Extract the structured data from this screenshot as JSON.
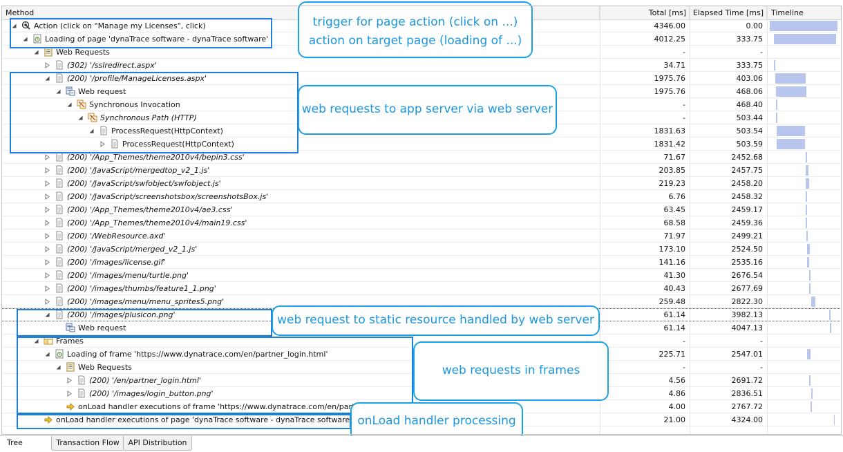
{
  "columns": {
    "method": "Method",
    "total": "Total [ms]",
    "elapsed": "Elapsed Time [ms]",
    "timeline": "Timeline"
  },
  "rows": [
    {
      "label": "Action (click on \"Manage my Licenses\", click)",
      "total": "4346.00",
      "elapsed": "0.00",
      "italic": false,
      "icon": "action-icon",
      "depth": 0,
      "expander": "expanded",
      "bar": [
        0.02,
        0.94
      ]
    },
    {
      "label": "Loading of page 'dynaTrace software - dynaTrace software'",
      "total": "4012.25",
      "elapsed": "333.75",
      "italic": false,
      "icon": "page-load-icon",
      "depth": 1,
      "expander": "expanded",
      "bar": [
        0.08,
        0.86
      ]
    },
    {
      "label": "Web Requests",
      "total": "-",
      "elapsed": "-",
      "italic": false,
      "icon": "folder-icon",
      "depth": 2,
      "expander": "expanded",
      "bar": null
    },
    {
      "label": "(302) '/sslredirect.aspx'",
      "total": "34.71",
      "elapsed": "333.75",
      "italic": true,
      "icon": "document-icon",
      "depth": 3,
      "expander": "collapsed",
      "bar": [
        0.08,
        0.01
      ]
    },
    {
      "label": "(200) '/profile/ManageLicenses.aspx'",
      "total": "1975.76",
      "elapsed": "403.06",
      "italic": true,
      "icon": "document-icon",
      "depth": 3,
      "expander": "expanded",
      "bar": [
        0.1,
        0.42
      ]
    },
    {
      "label": "Web request",
      "total": "1975.76",
      "elapsed": "468.06",
      "italic": false,
      "icon": "web-request-icon",
      "depth": 4,
      "expander": "expanded",
      "bar": [
        0.11,
        0.42
      ]
    },
    {
      "label": "Synchronous Invocation",
      "total": "-",
      "elapsed": "468.40",
      "italic": false,
      "icon": "invocation-icon",
      "depth": 5,
      "expander": "expanded",
      "bar": [
        0.11,
        0.01
      ]
    },
    {
      "label": "Synchronous Path (HTTP)",
      "total": "-",
      "elapsed": "503.44",
      "italic": true,
      "icon": "invocation-icon",
      "depth": 6,
      "expander": "expanded",
      "bar": [
        0.11,
        0.01
      ]
    },
    {
      "label": "ProcessRequest(HttpContext)",
      "total": "1831.63",
      "elapsed": "503.54",
      "italic": false,
      "icon": "document-icon",
      "depth": 7,
      "expander": "expanded",
      "bar": [
        0.12,
        0.39
      ]
    },
    {
      "label": "ProcessRequest(HttpContext)",
      "total": "1831.42",
      "elapsed": "503.59",
      "italic": false,
      "icon": "document-icon",
      "depth": 8,
      "expander": "collapsed",
      "bar": [
        0.12,
        0.39
      ]
    },
    {
      "label": "(200) '/App_Themes/theme2010v4/bepin3.css'",
      "total": "71.67",
      "elapsed": "2452.68",
      "italic": true,
      "icon": "document-icon",
      "depth": 3,
      "expander": "collapsed",
      "bar": [
        0.52,
        0.02
      ]
    },
    {
      "label": "(200) '/JavaScript/mergedtop_v2_1.js'",
      "total": "203.85",
      "elapsed": "2457.75",
      "italic": true,
      "icon": "document-icon",
      "depth": 3,
      "expander": "collapsed",
      "bar": [
        0.52,
        0.04
      ]
    },
    {
      "label": "(200) '/JavaScript/swfobject/swfobject.js'",
      "total": "219.23",
      "elapsed": "2458.20",
      "italic": true,
      "icon": "document-icon",
      "depth": 3,
      "expander": "collapsed",
      "bar": [
        0.52,
        0.05
      ]
    },
    {
      "label": "(200) '/JavaScript/screenshotsbox/screenshotsBox.js'",
      "total": "6.76",
      "elapsed": "2458.32",
      "italic": true,
      "icon": "document-icon",
      "depth": 3,
      "expander": "collapsed",
      "bar": [
        0.52,
        0.01
      ]
    },
    {
      "label": "(200) '/App_Themes/theme2010v4/ae3.css'",
      "total": "63.45",
      "elapsed": "2459.17",
      "italic": true,
      "icon": "document-icon",
      "depth": 3,
      "expander": "collapsed",
      "bar": [
        0.52,
        0.02
      ]
    },
    {
      "label": "(200) '/App_Themes/theme2010v4/main19.css'",
      "total": "68.58",
      "elapsed": "2459.36",
      "italic": true,
      "icon": "document-icon",
      "depth": 3,
      "expander": "collapsed",
      "bar": [
        0.52,
        0.02
      ]
    },
    {
      "label": "(200) '/WebResource.axd'",
      "total": "71.97",
      "elapsed": "2499.21",
      "italic": true,
      "icon": "document-icon",
      "depth": 3,
      "expander": "collapsed",
      "bar": [
        0.53,
        0.02
      ]
    },
    {
      "label": "(200) '/JavaScript/merged_v2_1.js'",
      "total": "173.10",
      "elapsed": "2524.50",
      "italic": true,
      "icon": "document-icon",
      "depth": 3,
      "expander": "collapsed",
      "bar": [
        0.54,
        0.04
      ]
    },
    {
      "label": "(200) '/images/license.gif'",
      "total": "141.16",
      "elapsed": "2535.16",
      "italic": true,
      "icon": "document-icon",
      "depth": 3,
      "expander": "collapsed",
      "bar": [
        0.54,
        0.03
      ]
    },
    {
      "label": "(200) '/images/menu/turtle.png'",
      "total": "41.30",
      "elapsed": "2676.54",
      "italic": true,
      "icon": "document-icon",
      "depth": 3,
      "expander": "collapsed",
      "bar": [
        0.57,
        0.01
      ]
    },
    {
      "label": "(200) '/images/thumbs/feature1_1.png'",
      "total": "40.43",
      "elapsed": "2677.69",
      "italic": true,
      "icon": "document-icon",
      "depth": 3,
      "expander": "collapsed",
      "bar": [
        0.57,
        0.01
      ]
    },
    {
      "label": "(200) '/images/menu/menu_sprites5.png'",
      "total": "259.48",
      "elapsed": "2822.30",
      "italic": true,
      "icon": "document-icon",
      "depth": 3,
      "expander": "collapsed",
      "bar": [
        0.6,
        0.05
      ]
    },
    {
      "label": "(200) '/images/plusicon.png'",
      "total": "61.14",
      "elapsed": "3982.13",
      "italic": true,
      "icon": "document-icon",
      "depth": 3,
      "expander": "expanded",
      "bar": [
        0.85,
        0.01
      ],
      "selected": true
    },
    {
      "label": "Web request",
      "total": "61.14",
      "elapsed": "4047.13",
      "italic": false,
      "icon": "web-request-icon",
      "depth": 4,
      "expander": "none",
      "bar": [
        0.86,
        0.01
      ]
    },
    {
      "label": "Frames",
      "total": "-",
      "elapsed": "-",
      "italic": false,
      "icon": "frames-icon",
      "depth": 2,
      "expander": "expanded",
      "bar": null
    },
    {
      "label": "Loading of frame 'https://www.dynatrace.com/en/partner_login.html'",
      "total": "225.71",
      "elapsed": "2547.01",
      "italic": false,
      "icon": "page-load-icon",
      "depth": 3,
      "expander": "expanded",
      "bar": [
        0.54,
        0.05
      ]
    },
    {
      "label": "Web Requests",
      "total": "-",
      "elapsed": "-",
      "italic": false,
      "icon": "folder-icon",
      "depth": 4,
      "expander": "expanded",
      "bar": null
    },
    {
      "label": "(200) '/en/partner_login.html'",
      "total": "4.56",
      "elapsed": "2691.72",
      "italic": true,
      "icon": "document-icon",
      "depth": 5,
      "expander": "collapsed",
      "bar": [
        0.57,
        0.01
      ]
    },
    {
      "label": "(200) '/images/login_button.png'",
      "total": "4.86",
      "elapsed": "2836.51",
      "italic": true,
      "icon": "document-icon",
      "depth": 5,
      "expander": "collapsed",
      "bar": [
        0.6,
        0.01
      ]
    },
    {
      "label": "onLoad handler executions of frame 'https://www.dynatrace.com/en/partner_login.html'",
      "total": "4.00",
      "elapsed": "2767.72",
      "italic": false,
      "icon": "handler-icon",
      "depth": 4,
      "expander": "none",
      "bar": [
        0.59,
        0.01
      ]
    },
    {
      "label": "onLoad handler executions of page 'dynaTrace software - dynaTrace software'",
      "total": "21.00",
      "elapsed": "4324.00",
      "italic": false,
      "icon": "handler-icon",
      "depth": 2,
      "expander": "none",
      "bar": [
        0.91,
        0.01
      ]
    }
  ],
  "annotations": [
    {
      "name": "annotation-trigger",
      "line1": "trigger for page action (click on ...)",
      "line2": "action on target page (loading of ...)"
    },
    {
      "name": "annotation-app-server",
      "line1": "web requests to app server via web server"
    },
    {
      "name": "annotation-static",
      "line1": "web request to static resource handled by web server"
    },
    {
      "name": "annotation-frames",
      "line1": "web requests in frames"
    },
    {
      "name": "annotation-onload",
      "line1": "onLoad handler processing"
    }
  ],
  "tabs": [
    {
      "label": "Tree",
      "active": true
    },
    {
      "label": "Transaction Flow",
      "active": false
    },
    {
      "label": "API Distribution",
      "active": false
    }
  ],
  "colors": {
    "annotation": "#1aa0e6",
    "highlight": "#1c7fd8",
    "timeline_bar": "#b8c6ee"
  }
}
